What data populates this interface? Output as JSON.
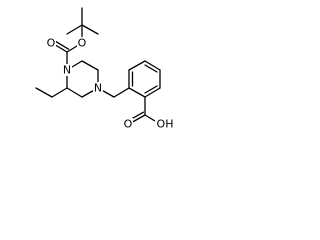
{
  "molecule": {
    "atoms": {
      "carbamate_oxygen": "O",
      "carbonyl_oxygen": "O",
      "piperazine_nitrogen_boc": "N",
      "piperazine_nitrogen_benzyl": "N",
      "carboxylic_acid": "OH",
      "carboxylic_carbonyl_oxygen": "O"
    },
    "colors": {
      "bonds": "#000000",
      "labels": "#000000",
      "background": "#ffffff"
    }
  }
}
